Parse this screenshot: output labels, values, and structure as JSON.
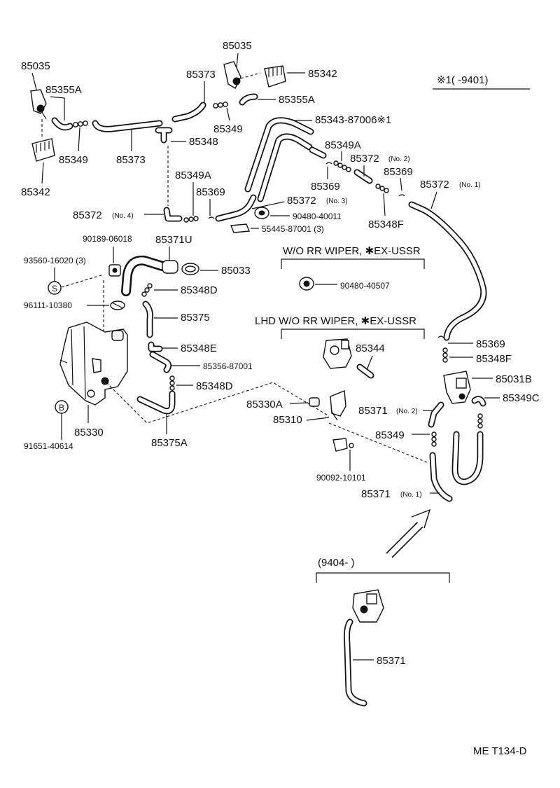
{
  "header": {
    "note_label": "※1(      -9401)",
    "variant_wo_rr_wiper": "W/O RR WIPER, ✱EX-USSR",
    "variant_lhd": "LHD W/O RR WIPER, ✱EX-USSR",
    "variant_9404": "(9404-        )"
  },
  "labels": {
    "p85035_l": "85035",
    "p85035_r": "85035",
    "p85342_l": "85342",
    "p85342_r": "85342",
    "p85355A_l": "85355A",
    "p85355A_r": "85355A",
    "p85349_l": "85349",
    "p85349_m": "85349",
    "p85349_r": "85349",
    "p85373_a": "85373",
    "p85373_b": "85373",
    "p85348": "85348",
    "p85343": "85343-87006※1",
    "p85349A_r": "85349A",
    "p85349A_l": "85349A",
    "p85372_no2": "85372",
    "p85372_no2_tag": "(No. 2)",
    "p85369_a": "85369",
    "p85369_b": "85369",
    "p85369_c": "85369",
    "p85369_d": "85369",
    "p85372_no1": "85372",
    "p85372_no1_tag": "(No. 1)",
    "p85372_no3": "85372",
    "p85372_no3_tag": "(No. 3)",
    "p85372_no4": "85372",
    "p85372_no4_tag": "(No. 4)",
    "p85348F_a": "85348F",
    "p85348F_b": "85348F",
    "p90480_40011": "90480-40011",
    "p55445": "55445-87001 (3)",
    "p90189": "90189-06018",
    "p85371U": "85371U",
    "p93560": "93560-16020 (3)",
    "p85033": "85033",
    "p90480_40507": "90480-40507",
    "p96111": "96111-10380",
    "p85348D_a": "85348D",
    "p85348D_b": "85348D",
    "p85375": "85375",
    "p85348E": "85348E",
    "p85356": "85356-87001",
    "p85344": "85344",
    "p85031B": "85031B",
    "p85349C": "85349C",
    "p85330A": "85330A",
    "p85371_no2": "85371",
    "p85371_no2_tag": "(No. 2)",
    "p85310": "85310",
    "p85330": "85330",
    "p91651": "91651-40614",
    "p85375A": "85375A",
    "p90092": "90092-10101",
    "p85371_no1": "85371",
    "p85371_no1_tag": "(No. 1)",
    "p85371_bottom": "85371",
    "symbol_s": "S",
    "symbol_b": "B"
  },
  "footer": {
    "code": "ME  T134-D"
  }
}
